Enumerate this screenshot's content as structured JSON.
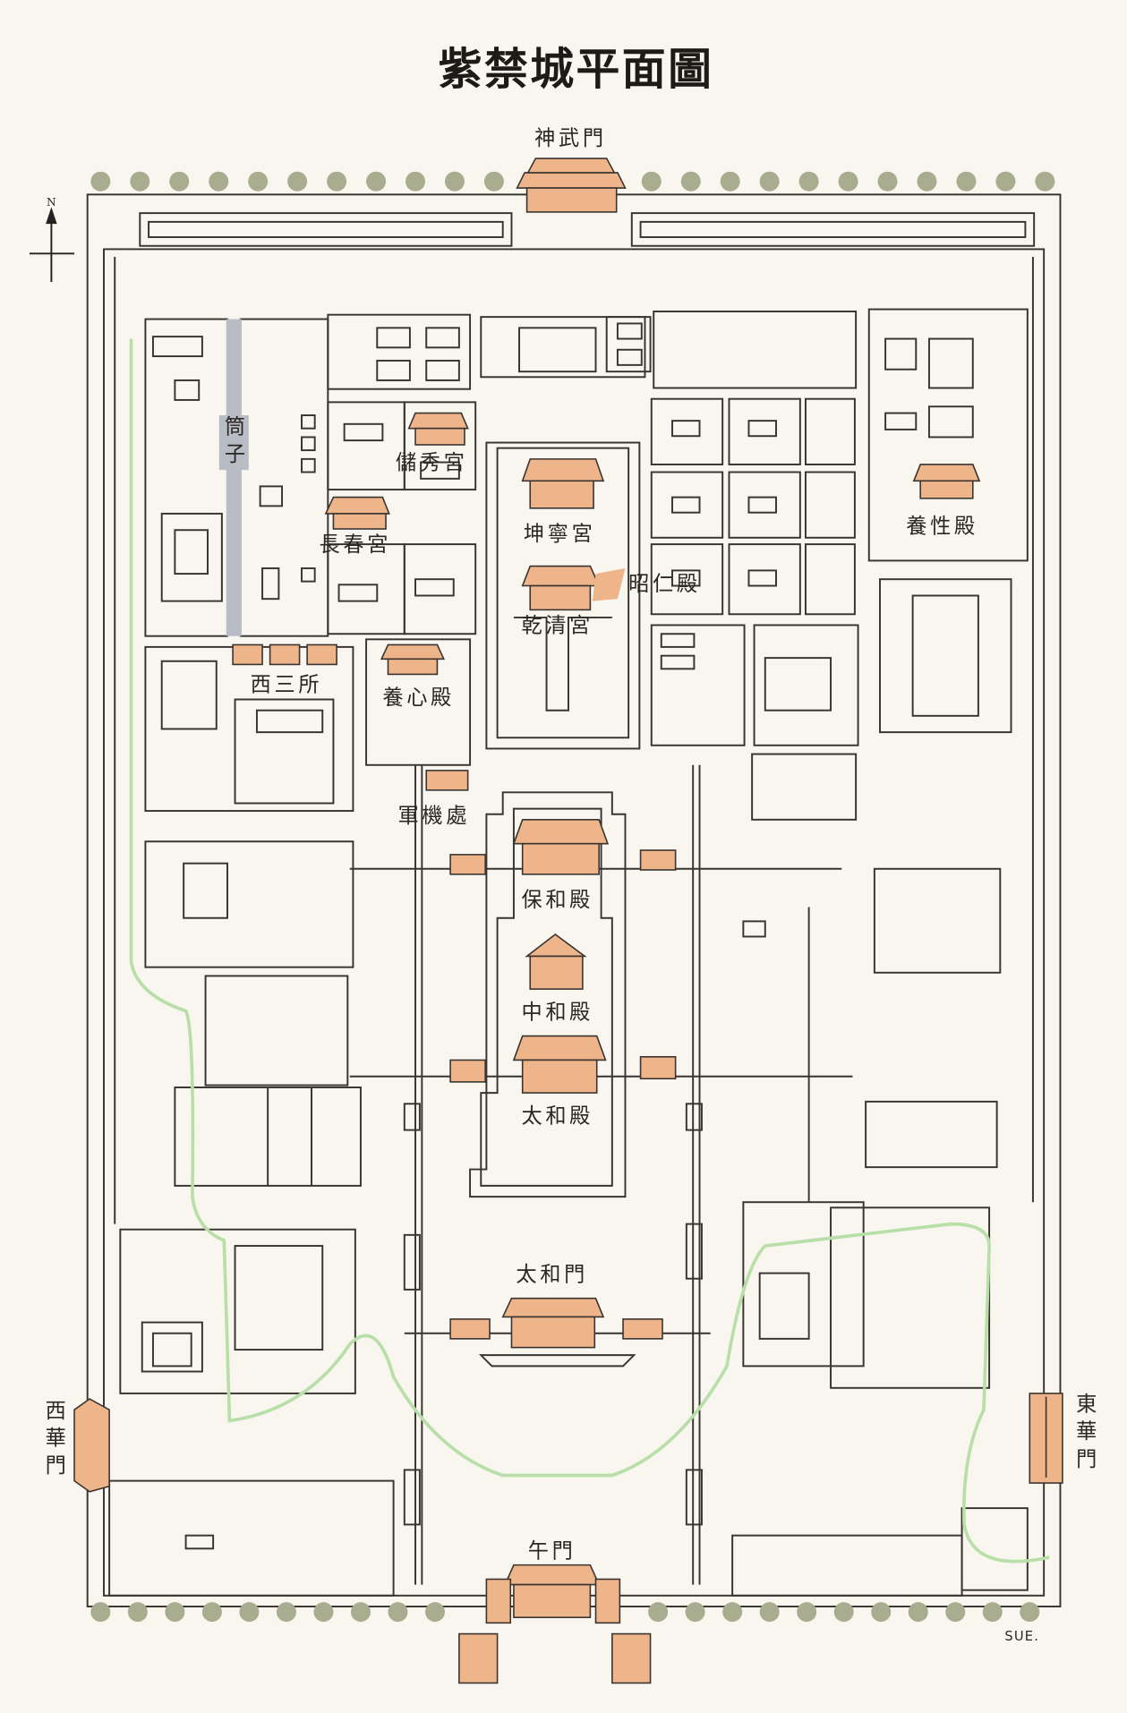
{
  "title": "紫禁城平面圖",
  "compass": "N",
  "signature": "SUE.",
  "labels": {
    "shenwumen": "神武門",
    "tongzi": "筒子",
    "chuxiugong": "儲秀宮",
    "changchungong": "長春宮",
    "kunninggong": "坤寧宮",
    "zhaorendian": "昭仁殿",
    "qianqinggong": "乾清宮",
    "yangxingdian": "養性殿",
    "xisansuo": "西三所",
    "yangxindian": "養心殿",
    "junjichu": "軍機處",
    "baohedian": "保和殿",
    "zhonghedian": "中和殿",
    "taihedian": "太和殿",
    "taihemen": "太和門",
    "xihuamen": "西華門",
    "donghuamen": "東華門",
    "wumen": "午門"
  },
  "colors": {
    "building": "#eeb48a",
    "moat": "#b9dfa8",
    "tree": "#a9ad8f",
    "lines": "#3a3430",
    "tongzi": "#b8bcc4"
  }
}
